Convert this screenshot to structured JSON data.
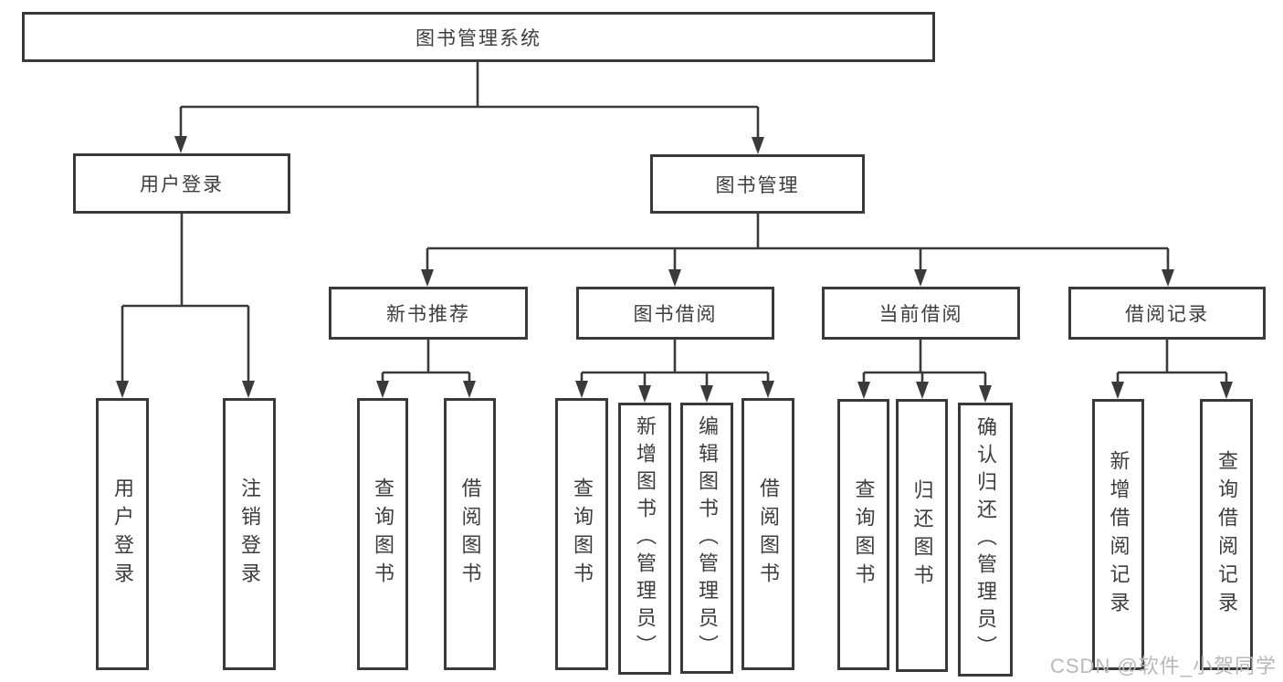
{
  "diagram": {
    "root": {
      "label": "图书管理系统"
    },
    "branches": [
      {
        "label": "用户登录",
        "leaves": [
          {
            "label": "用户登录"
          },
          {
            "label": "注销登录"
          }
        ]
      },
      {
        "label": "图书管理",
        "groups": [
          {
            "label": "新书推荐",
            "leaves": [
              {
                "label": "查询图书"
              },
              {
                "label": "借阅图书"
              }
            ]
          },
          {
            "label": "图书借阅",
            "leaves": [
              {
                "label": "查询图书"
              },
              {
                "label": "新增图书（管理员）"
              },
              {
                "label": "编辑图书（管理员）"
              },
              {
                "label": "借阅图书"
              }
            ]
          },
          {
            "label": "当前借阅",
            "leaves": [
              {
                "label": "查询图书"
              },
              {
                "label": "归还图书"
              },
              {
                "label": "确认归还（管理员）"
              }
            ]
          },
          {
            "label": "借阅记录",
            "leaves": [
              {
                "label": "新增借阅记录"
              },
              {
                "label": "查询借阅记录"
              }
            ]
          }
        ]
      }
    ]
  },
  "watermark": {
    "text": "CSDN @软件_小贺同学"
  },
  "colors": {
    "line": "#3a3a3a",
    "text": "#3d3d3d",
    "background": "#ffffff",
    "watermark": "#b8b8b8"
  }
}
